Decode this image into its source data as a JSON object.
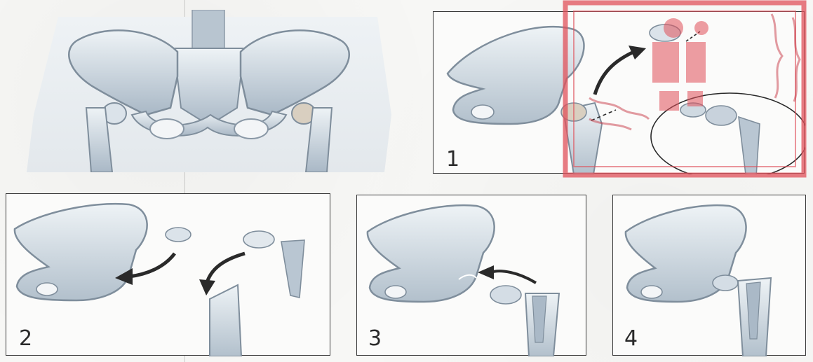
{
  "steps": [
    {
      "number": "1"
    },
    {
      "number": "2"
    },
    {
      "number": "3"
    },
    {
      "number": "4"
    }
  ],
  "colors": {
    "bone_light": "#e4ebef",
    "bone_mid": "#b9c6d2",
    "bone_shadow": "#8ea0b3",
    "panel_border": "#3a3a3a",
    "stamp_red": "#e0505a",
    "arrow": "#2a2a2a"
  }
}
